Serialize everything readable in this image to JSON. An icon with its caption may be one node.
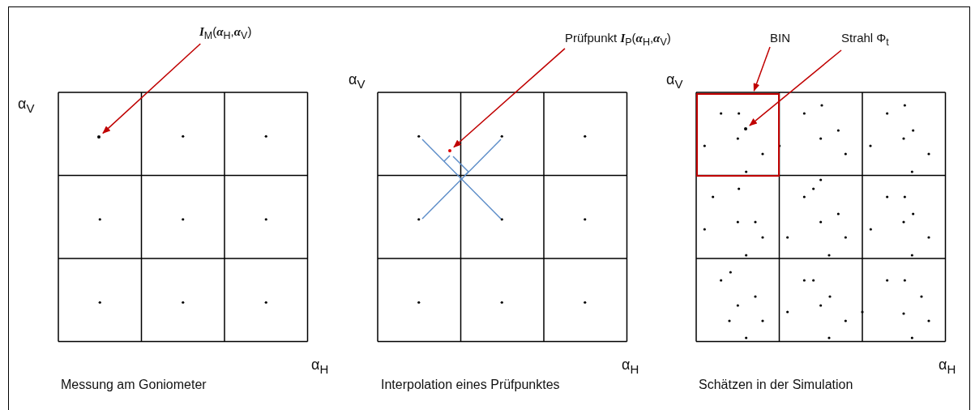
{
  "diagram": {
    "nodes": [
      {
        "text": [
          "*I*$_{M}$(*α*$_{H}$,*α*$_{V}$)"
        ]
      },
      {
        "text": [],
        "shape": "circle"
      },
      {
        "text": [
          "Prüfpunkt *I*$_{P}$(*α*$_{H}$,*α*$_{V}$)"
        ]
      },
      {
        "text": [],
        "shape": "circle"
      },
      {
        "text": [
          "BIN"
        ]
      },
      {
        "text": [],
        "shape": "box"
      },
      {
        "text": [
          "Strahl Φ$_{t}$"
        ]
      },
      {
        "text": [],
        "shape": "circle",
        "in": 5
      }
    ],
    "edges": [
      {
        "from": 0,
        "to": 1,
        "arrow": "to"
      },
      {
        "from": 2,
        "to": 3,
        "arrow": "to"
      },
      {
        "from": 4,
        "to": 5,
        "arrow": "to"
      },
      {
        "from": 6,
        "to": 7,
        "arrow": "to"
      }
    ],
    "labels": [
      "α$_{V}$",
      "α$_{V}$",
      "α$_{V}$",
      "α$_{H}$",
      "α$_{H}$",
      "α$_{H}$",
      "Messung am Goniometer",
      "Interpolation eines Prüfpunktes",
      "Schätzen in der Simulation"
    ]
  }
}
